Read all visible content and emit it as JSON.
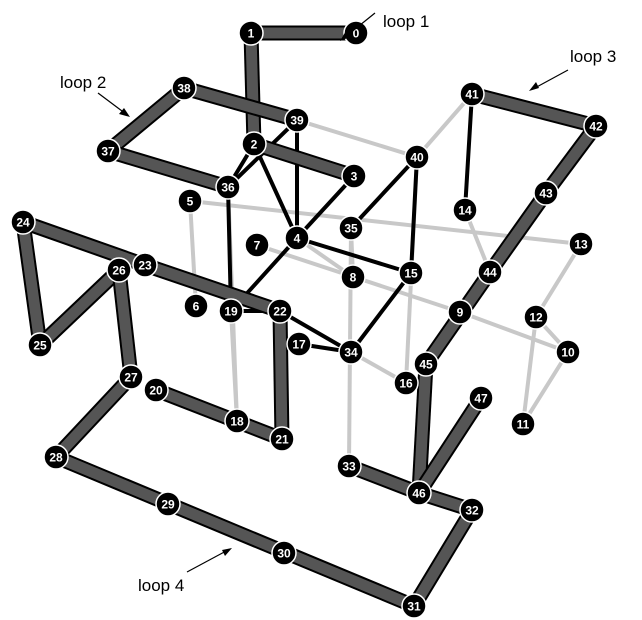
{
  "colors": {
    "background": "#ffffff",
    "thick_edge_fill": "#555555",
    "thick_edge_border": "#000000",
    "black_edge": "#000000",
    "grey_edge": "#c8c8c8",
    "node_fill": "#000000",
    "node_stroke": "#ffffff",
    "node_text": "#ffffff"
  },
  "loop_labels": [
    {
      "id": "loop1",
      "text": "loop 1"
    },
    {
      "id": "loop2",
      "text": "loop 2"
    },
    {
      "id": "loop3",
      "text": "loop 3"
    },
    {
      "id": "loop4",
      "text": "loop 4"
    }
  ],
  "nodes": [
    {
      "label": "0"
    },
    {
      "label": "1"
    },
    {
      "label": "2"
    },
    {
      "label": "3"
    },
    {
      "label": "4"
    },
    {
      "label": "5"
    },
    {
      "label": "6"
    },
    {
      "label": "7"
    },
    {
      "label": "8"
    },
    {
      "label": "9"
    },
    {
      "label": "10"
    },
    {
      "label": "11"
    },
    {
      "label": "12"
    },
    {
      "label": "13"
    },
    {
      "label": "14"
    },
    {
      "label": "15"
    },
    {
      "label": "16"
    },
    {
      "label": "17"
    },
    {
      "label": "18"
    },
    {
      "label": "19"
    },
    {
      "label": "20"
    },
    {
      "label": "21"
    },
    {
      "label": "22"
    },
    {
      "label": "23"
    },
    {
      "label": "24"
    },
    {
      "label": "25"
    },
    {
      "label": "26"
    },
    {
      "label": "27"
    },
    {
      "label": "28"
    },
    {
      "label": "29"
    },
    {
      "label": "30"
    },
    {
      "label": "31"
    },
    {
      "label": "32"
    },
    {
      "label": "33"
    },
    {
      "label": "34"
    },
    {
      "label": "35"
    },
    {
      "label": "36"
    },
    {
      "label": "37"
    },
    {
      "label": "38"
    },
    {
      "label": "39"
    },
    {
      "label": "40"
    },
    {
      "label": "41"
    },
    {
      "label": "42"
    },
    {
      "label": "43"
    },
    {
      "label": "44"
    },
    {
      "label": "45"
    },
    {
      "label": "46"
    },
    {
      "label": "47"
    }
  ],
  "edges_grey": [
    [
      39,
      40
    ],
    [
      40,
      41
    ],
    [
      5,
      13
    ],
    [
      13,
      12
    ],
    [
      12,
      10
    ],
    [
      10,
      11
    ],
    [
      12,
      11
    ],
    [
      35,
      33
    ],
    [
      35,
      8
    ],
    [
      40,
      16
    ],
    [
      14,
      44
    ],
    [
      7,
      9
    ],
    [
      9,
      10
    ],
    [
      34,
      16
    ],
    [
      5,
      6
    ],
    [
      36,
      18
    ],
    [
      18,
      20
    ],
    [
      19,
      18
    ],
    [
      4,
      8
    ]
  ],
  "edges_black": [
    [
      39,
      4
    ],
    [
      3,
      4
    ],
    [
      4,
      19
    ],
    [
      4,
      15
    ],
    [
      35,
      40
    ],
    [
      40,
      15
    ],
    [
      15,
      34
    ],
    [
      34,
      22
    ],
    [
      34,
      17
    ],
    [
      41,
      14
    ],
    [
      36,
      39
    ],
    [
      2,
      36
    ],
    [
      36,
      19
    ],
    [
      19,
      22
    ],
    [
      2,
      4
    ]
  ],
  "edges_thick": [
    [
      1,
      0
    ],
    [
      1,
      2
    ],
    [
      2,
      3
    ],
    [
      37,
      38
    ],
    [
      38,
      39
    ],
    [
      37,
      36
    ],
    [
      41,
      42
    ],
    [
      42,
      43
    ],
    [
      43,
      44
    ],
    [
      44,
      45
    ],
    [
      45,
      46
    ],
    [
      46,
      47
    ],
    [
      24,
      23
    ],
    [
      23,
      22
    ],
    [
      24,
      25
    ],
    [
      25,
      26
    ],
    [
      26,
      27
    ],
    [
      27,
      28
    ],
    [
      28,
      31
    ],
    [
      31,
      32
    ],
    [
      32,
      46
    ],
    [
      46,
      33
    ],
    [
      22,
      21
    ],
    [
      21,
      20
    ]
  ]
}
